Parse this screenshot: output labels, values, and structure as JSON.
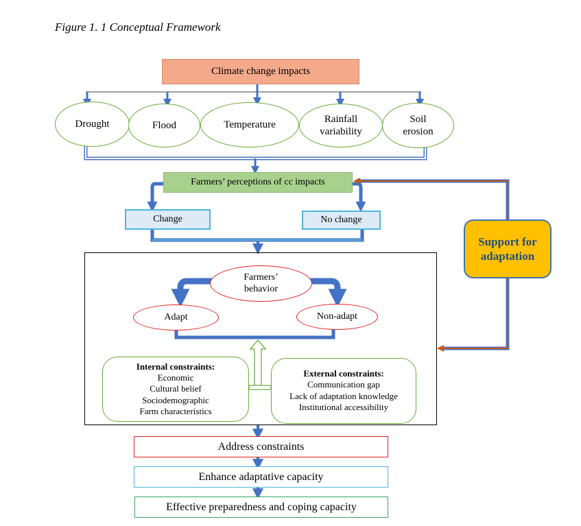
{
  "caption": "Figure 1. 1 Conceptual Framework",
  "impacts_title": "Climate change impacts",
  "impacts": [
    "Drought",
    "Flood",
    "Temperature",
    "Rainfall variability",
    "Soil erosion"
  ],
  "perception": "Farmers’ perceptions of cc impacts",
  "change": "Change",
  "no_change": "No change",
  "behavior": "Farmers’ behavior",
  "adapt": "Adapt",
  "non_adapt": "Non-adapt",
  "internal": {
    "title": "Internal constraints:",
    "items": [
      "Economic",
      "Cultural belief",
      "Sociodemographic",
      "Farm characteristics"
    ]
  },
  "external": {
    "title": "External constraints:",
    "items": [
      "Communication gap",
      "Lack of adaptation knowledge",
      "Institutional accessibility"
    ]
  },
  "support": "Support for adaptation",
  "address": "Address constraints",
  "enhance": "Enhance adaptative capacity",
  "effective": "Effective preparedness and coping capacity",
  "colors": {
    "arrow_blue": "#4472c4",
    "orange": "#c55a11",
    "support_fill": "#ffc000"
  }
}
